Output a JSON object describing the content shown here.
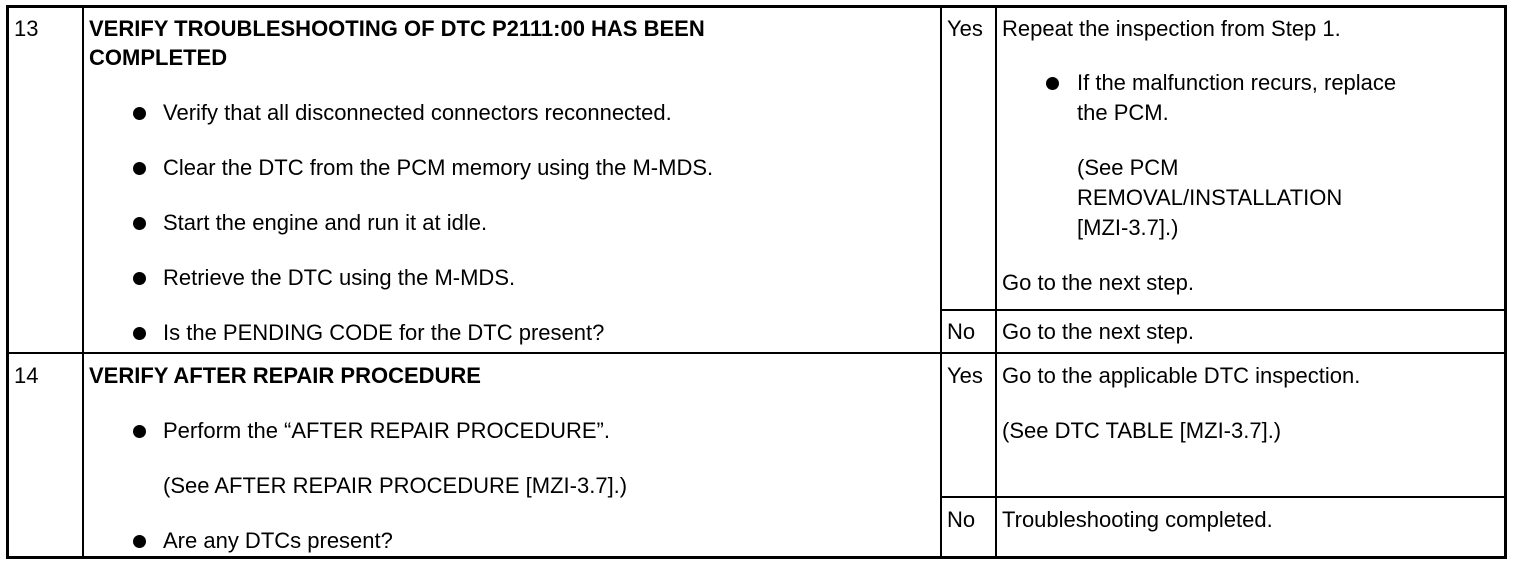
{
  "steps": [
    {
      "number": "13",
      "title_lines": [
        "VERIFY TROUBLESHOOTING OF DTC P2111:00 HAS BEEN",
        "COMPLETED"
      ],
      "actions": [
        "Verify that all disconnected connectors reconnected.",
        "Clear the DTC from the PCM memory using the M-MDS.",
        "Start the engine and run it at idle.",
        "Retrieve the DTC using the M-MDS.",
        "Is the PENDING CODE for the DTC present?"
      ],
      "yes": {
        "label": "Yes",
        "line1": "Repeat the inspection from Step 1.",
        "bullet_lines": [
          "If the malfunction recurs, replace",
          "the PCM."
        ],
        "see_lines": [
          "(See PCM",
          "REMOVAL/INSTALLATION",
          "[MZI-3.7].)"
        ],
        "last": "Go to the next step."
      },
      "no": {
        "label": "No",
        "text": "Go to the next step."
      }
    },
    {
      "number": "14",
      "title": "VERIFY AFTER REPAIR PROCEDURE",
      "actions": [
        "Perform the “AFTER REPAIR PROCEDURE”.",
        "(See AFTER REPAIR PROCEDURE [MZI-3.7].)",
        "Are any DTCs present?"
      ],
      "yes": {
        "label": "Yes",
        "line1": "Go to the applicable DTC inspection.",
        "line2": "(See DTC TABLE [MZI-3.7].)"
      },
      "no": {
        "label": "No",
        "text": "Troubleshooting completed."
      }
    }
  ]
}
